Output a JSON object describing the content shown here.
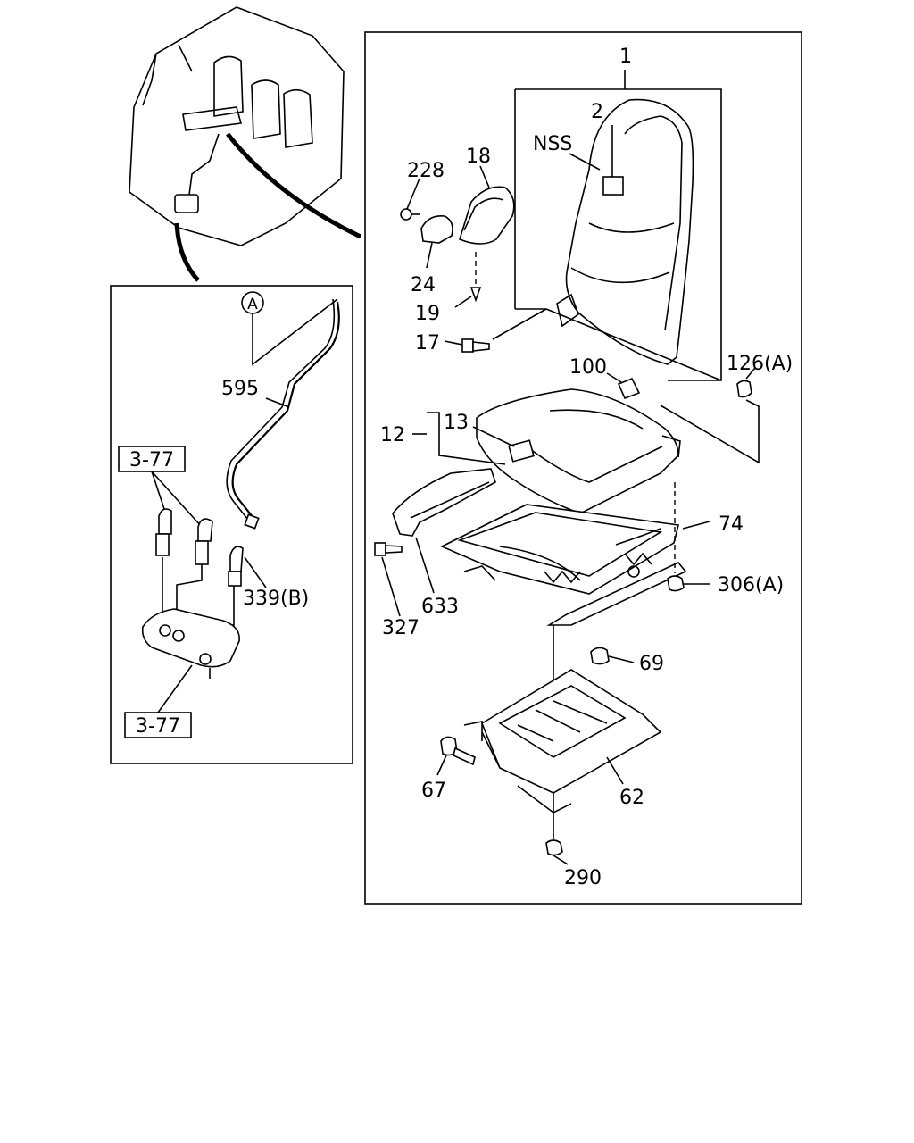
{
  "callouts": {
    "p1": "1",
    "p2": "2",
    "nss": "NSS",
    "p18": "18",
    "p228": "228",
    "p24": "24",
    "p19": "19",
    "p17": "17",
    "p126a": "126(A)",
    "p100": "100",
    "p13": "13",
    "p12": "12",
    "p74": "74",
    "p306a": "306(A)",
    "p327": "327",
    "p633": "633",
    "p69": "69",
    "p67": "67",
    "p62": "62",
    "p290": "290",
    "p595": "595",
    "p339b": "339(B)",
    "ref_a": "A",
    "ref377_top": "3-77",
    "ref377_bottom": "3-77"
  }
}
